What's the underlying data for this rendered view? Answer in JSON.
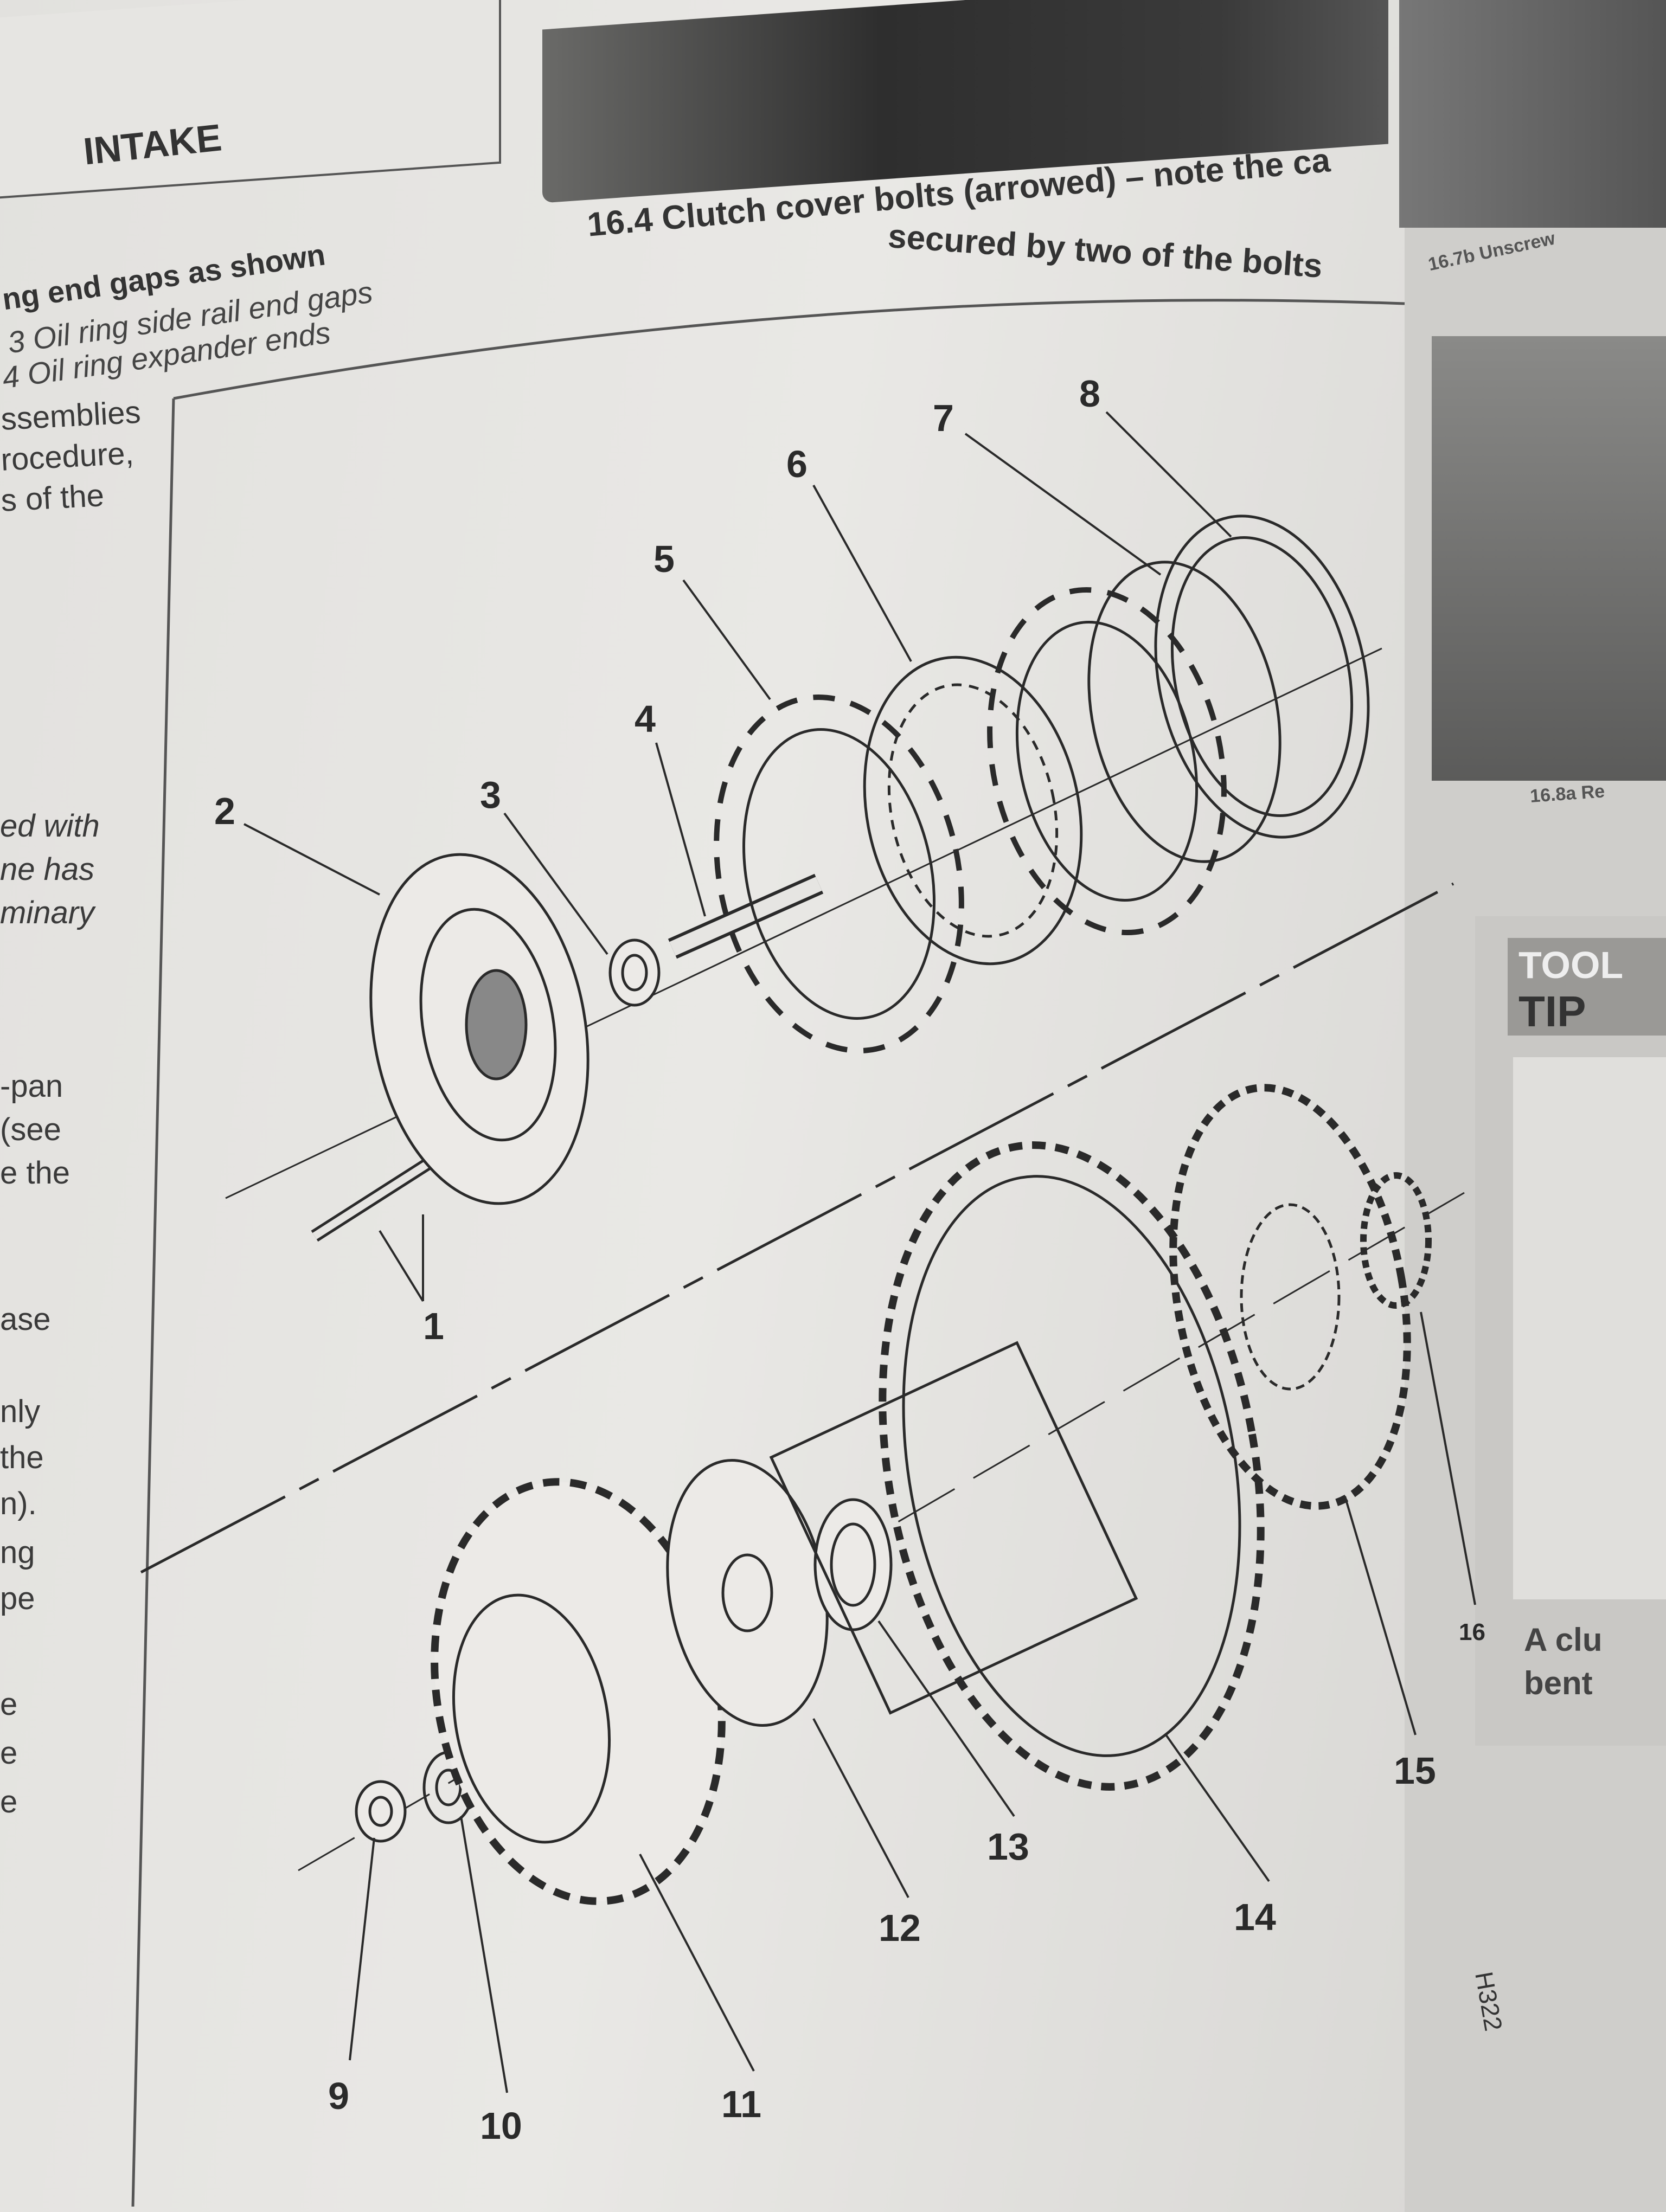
{
  "top_left": {
    "label": "INTAKE"
  },
  "left_caption": {
    "line1": "ng end gaps as shown",
    "line2": "3  Oil ring side rail end gaps",
    "line3": "4  Oil ring expander ends"
  },
  "photo_caption": {
    "line1": "16.4  Clutch cover bolts (arrowed) – note the ca",
    "line2": "secured by two of the bolts"
  },
  "right_page": {
    "caption_top": "16.7b  Unscrew",
    "caption_mid": "16.8a  Re",
    "tool_tip_line1": "TOOL",
    "tool_tip_line2": "TIP",
    "tip_text1": "A clu",
    "tip_text2": "bent"
  },
  "left_column": [
    "ssemblies",
    "rocedure,",
    "s of the",
    "ed with",
    "ne has",
    "minary",
    "-pan",
    "(see",
    "e the",
    "ase",
    "nly",
    "the",
    "n).",
    "ng",
    "pe",
    "e",
    "e",
    "e"
  ],
  "diagram": {
    "code": "H322",
    "labels": [
      "1",
      "2",
      "3",
      "4",
      "5",
      "6",
      "7",
      "8",
      "9",
      "10",
      "11",
      "12",
      "13",
      "14",
      "15",
      "16"
    ]
  }
}
